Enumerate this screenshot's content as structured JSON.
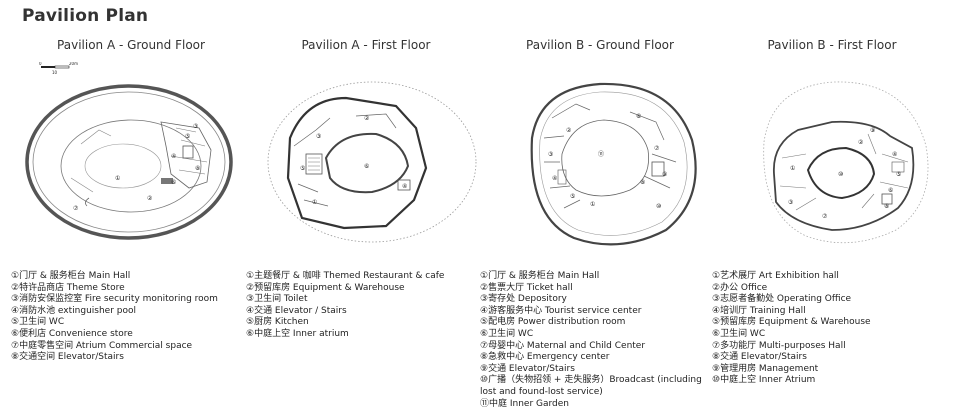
{
  "page_title": "Pavilion Plan",
  "pavilions": [
    {
      "title": "Pavilion A - Ground Floor",
      "legend": [
        "①门厅 & 服务柜台 Main Hall",
        "②特许品商店  Theme Store",
        "③消防安保监控室 Fire security monitoring room",
        "④消防水池 extinguisher pool",
        "⑤卫生间  WC",
        "⑥便利店  Convenience store",
        "⑦中庭零售空间 Atrium Commercial space",
        "⑧交通空间  Elevator/Stairs"
      ]
    },
    {
      "title": "Pavilion A - First Floor",
      "legend": [
        "①主题餐厅 & 咖啡 Themed Restaurant & cafe",
        "②预留库房 Equipment & Warehouse",
        "③卫生间  Toilet",
        "④交通  Elevator / Stairs",
        "⑤厨房 Kitchen",
        "⑥中庭上空 Inner atrium"
      ]
    },
    {
      "title": "Pavilion B - Ground Floor",
      "legend": [
        "①门厅 & 服务柜台 Main Hall",
        "②售票大厅 Ticket hall",
        "③寄存处 Depository",
        "④游客服务中心 Tourist service center",
        "⑤配电房 Power distribution room",
        "⑥卫生间 WC",
        "⑦母婴中心 Maternal and Child Center",
        "⑧急救中心 Emergency center",
        "⑨交通 Elevator/Stairs",
        "⑩广播（失物招领 + 走失服务）Broadcast (including lost and found-lost service)",
        "⑪中庭 Inner Garden"
      ]
    },
    {
      "title": "Pavilion B - First Floor",
      "legend": [
        "①艺术展厅 Art Exhibition hall",
        "②办公 Office",
        "③志愿者备勤处  Operating Office",
        "④培训厅 Training Hall",
        "⑤预留库房  Equipment & Warehouse",
        "⑥卫生间  WC",
        "⑦多功能厅  Multi-purposes Hall",
        "⑧交通  Elevator/Stairs",
        "⑨管理用房  Management",
        "⑩中庭上空 Inner Atrium"
      ]
    }
  ],
  "scale_bar": {
    "label_start": "0",
    "label_mid": "10",
    "label_end": "20m"
  },
  "plan_markers": {
    "a_ground": [
      "①",
      "②",
      "③",
      "④",
      "⑤",
      "⑥",
      "⑦",
      "⑧"
    ],
    "a_first": [
      "①",
      "②",
      "③",
      "④",
      "⑤",
      "⑥"
    ],
    "b_ground": [
      "①",
      "②",
      "③",
      "④",
      "⑤",
      "⑥",
      "⑦",
      "⑧",
      "⑨",
      "⑩",
      "⑪"
    ],
    "b_first": [
      "①",
      "②",
      "③",
      "④",
      "⑤",
      "⑥",
      "⑦",
      "⑧",
      "⑨",
      "⑩"
    ]
  }
}
